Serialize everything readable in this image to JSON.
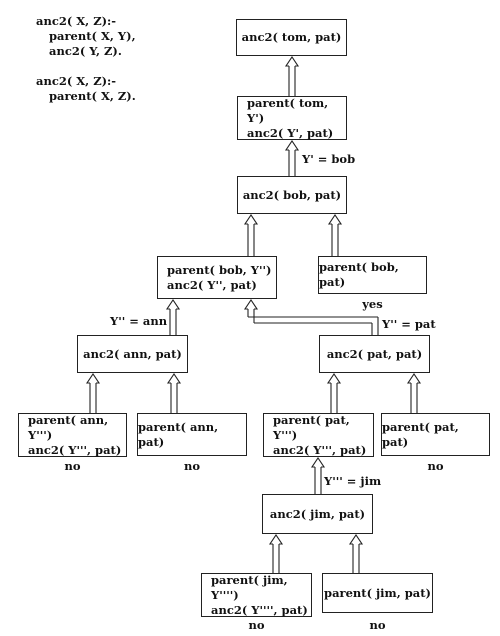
{
  "program": {
    "clause1_head": "anc2( X, Z):-",
    "clause1_goal1": "parent( X, Y),",
    "clause1_goal2": "anc2( Y, Z).",
    "clause2_head": "anc2( X, Z):-",
    "clause2_goal1": "parent( X, Z)."
  },
  "nodes": {
    "n1": {
      "line1": "anc2( tom, pat)"
    },
    "n2": {
      "line1": "parent( tom, Y')",
      "line2": "anc2( Y', pat)"
    },
    "n3": {
      "line1": "anc2( bob, pat)"
    },
    "n4": {
      "line1": "parent( bob, Y'')",
      "line2": "anc2( Y'', pat)"
    },
    "n5": {
      "line1": "parent( bob, pat)"
    },
    "n6": {
      "line1": "anc2( ann, pat)"
    },
    "n7": {
      "line1": "anc2( pat, pat)"
    },
    "n8": {
      "line1": "parent( ann, Y''')",
      "line2": "anc2( Y''', pat)"
    },
    "n9": {
      "line1": "parent( ann, pat)"
    },
    "n10": {
      "line1": "parent( pat, Y''')",
      "line2": "anc2( Y''', pat)"
    },
    "n11": {
      "line1": "parent( pat, pat)"
    },
    "n12": {
      "line1": "anc2( jim, pat)"
    },
    "n13": {
      "line1": "parent( jim, Y'''')",
      "line2": "anc2( Y'''', pat)"
    },
    "n14": {
      "line1": "parent( jim, pat)"
    }
  },
  "bindings": {
    "b1": "Y' = bob",
    "b2": "Y'' = ann",
    "b3": "Y'' = pat",
    "b4": "Y''' = jim"
  },
  "results": {
    "r5": "yes",
    "r8": "no",
    "r9": "no",
    "r11": "no",
    "r13": "no",
    "r14": "no"
  }
}
